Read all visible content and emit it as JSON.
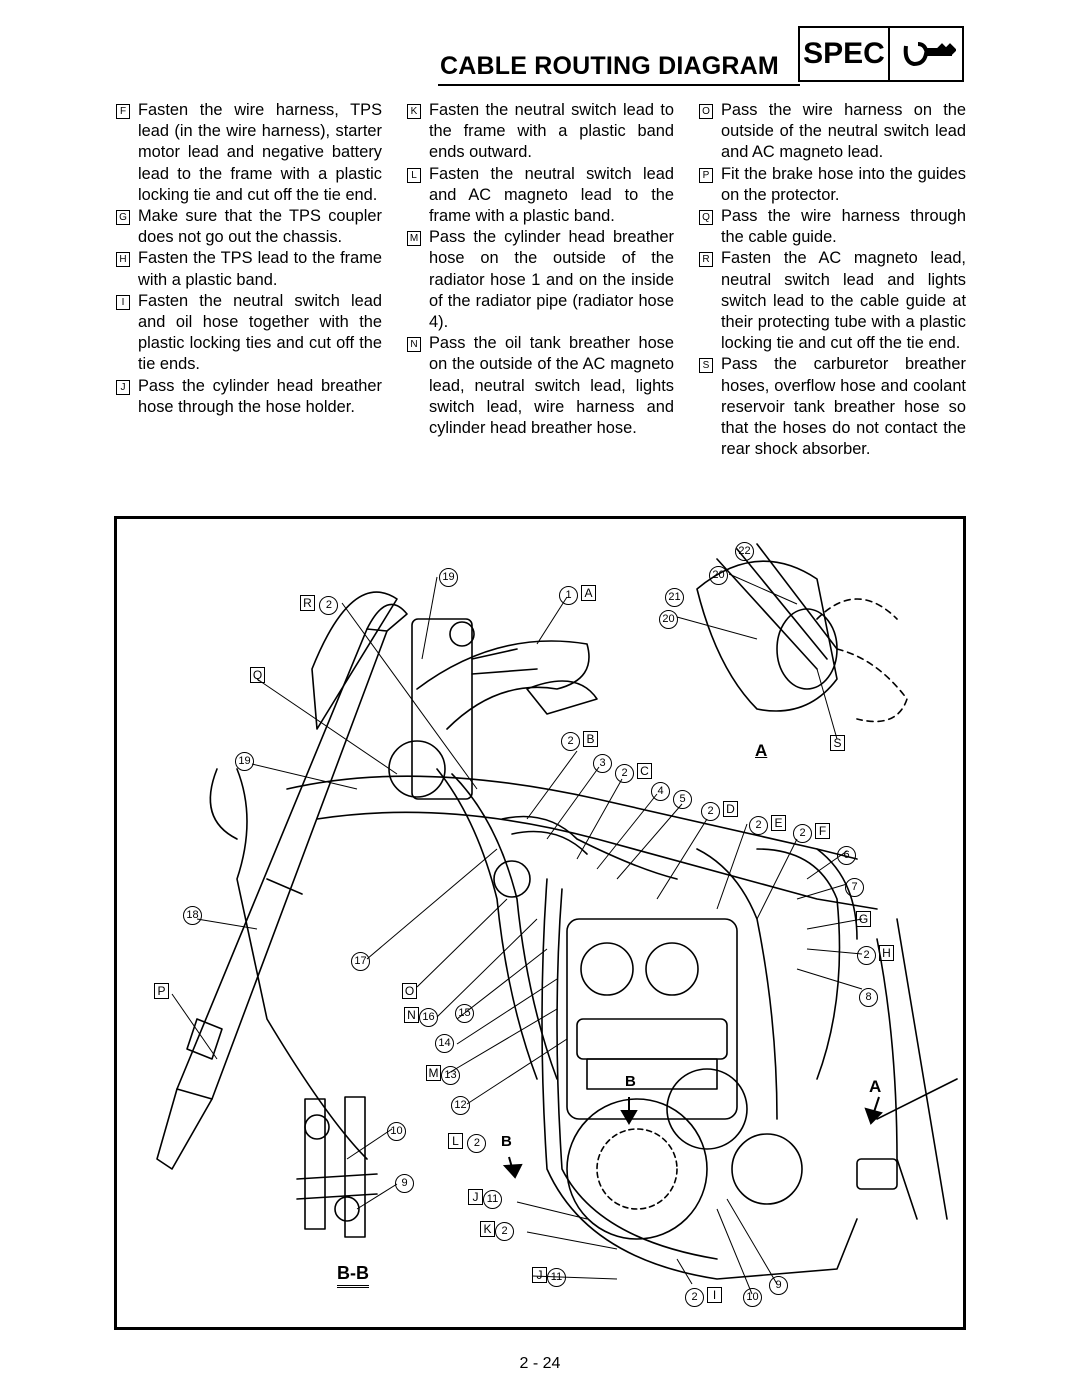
{
  "header": {
    "title": "CABLE ROUTING DIAGRAM",
    "spec_label": "SPEC",
    "spec_icon": "wrench-icon"
  },
  "columns": [
    [
      {
        "key": "F",
        "text": "Fasten the wire harness, TPS lead (in the wire harness), starter motor lead and negative battery lead to the frame with a plastic locking tie and cut off the tie end."
      },
      {
        "key": "G",
        "text": "Make sure that the TPS coupler does not go out the chassis."
      },
      {
        "key": "H",
        "text": "Fasten the TPS lead to the frame with a plastic band."
      },
      {
        "key": "I",
        "text": "Fasten the neutral switch lead and oil hose together with the plastic locking ties and cut off the tie ends."
      },
      {
        "key": "J",
        "text": "Pass the cylinder head breather hose through the hose holder."
      }
    ],
    [
      {
        "key": "K",
        "text": "Fasten the neutral switch lead to the frame with a plastic band ends outward."
      },
      {
        "key": "L",
        "text": "Fasten the neutral switch lead and AC magneto lead to the frame with a plastic band."
      },
      {
        "key": "M",
        "text": "Pass the cylinder head breather hose on the outside of the radiator hose 1 and on the inside of the radiator pipe (radiator hose 4)."
      },
      {
        "key": "N",
        "text": "Pass the oil tank breather hose on the outside of the AC magneto lead, neutral switch lead, lights switch lead, wire harness and cylinder head breather hose."
      }
    ],
    [
      {
        "key": "O",
        "text": "Pass the wire harness on the outside of the neutral switch lead and AC magneto lead."
      },
      {
        "key": "P",
        "text": "Fit the brake hose into the guides on the protector."
      },
      {
        "key": "Q",
        "text": "Pass the wire harness through the cable guide."
      },
      {
        "key": "R",
        "text": "Fasten the AC magneto lead, neutral switch lead and lights switch lead to the cable guide at their protecting tube with a plastic locking tie and cut off the tie end."
      },
      {
        "key": "S",
        "text": "Pass the carburetor breather hoses, overflow hose and coolant reservoir tank breather hose so that the hoses do not contact the rear shock absorber."
      }
    ]
  ],
  "figure": {
    "labels": {
      "r2": {
        "num": "2",
        "box": "R"
      },
      "n19_top": {
        "num": "19"
      },
      "n1A": {
        "num": "1",
        "box": "A"
      },
      "n22": {
        "num": "22"
      },
      "n20a": {
        "num": "20"
      },
      "n21": {
        "num": "21"
      },
      "n20b": {
        "num": "20"
      },
      "q": {
        "box": "Q"
      },
      "n19_left": {
        "num": "19"
      },
      "n2B": {
        "num": "2",
        "box": "B"
      },
      "n3": {
        "num": "3"
      },
      "n2C": {
        "num": "2",
        "box": "C"
      },
      "n4": {
        "num": "4"
      },
      "n5": {
        "num": "5"
      },
      "n2D": {
        "num": "2",
        "box": "D"
      },
      "n2E": {
        "num": "2",
        "box": "E"
      },
      "n2F": {
        "num": "2",
        "box": "F"
      },
      "n6": {
        "num": "6"
      },
      "n7": {
        "num": "7"
      },
      "g": {
        "box": "G"
      },
      "n2H": {
        "num": "2",
        "box": "H"
      },
      "n8": {
        "num": "8"
      },
      "s": {
        "box": "S"
      },
      "n18": {
        "num": "18"
      },
      "n17": {
        "num": "17"
      },
      "p": {
        "box": "P"
      },
      "o": {
        "box": "O"
      },
      "n16": {
        "num": "16",
        "box": "N"
      },
      "n15": {
        "num": "15"
      },
      "n14": {
        "num": "14"
      },
      "n13": {
        "num": "13",
        "box": "M"
      },
      "n12": {
        "num": "12"
      },
      "n10_left": {
        "num": "10"
      },
      "l2": {
        "num": "2",
        "box": "L"
      },
      "n9_left": {
        "num": "9"
      },
      "j11a": {
        "num": "11",
        "box": "J"
      },
      "k2": {
        "num": "2",
        "box": "K"
      },
      "j11b": {
        "num": "11",
        "box": "J"
      },
      "n2I": {
        "num": "2",
        "box": "I"
      },
      "n10_bottom": {
        "num": "10"
      },
      "n9_bottom": {
        "num": "9"
      }
    },
    "view_A_right": "A",
    "view_A_top": "A",
    "view_B_mid": "B",
    "view_B_small": "B",
    "section_label": "B-B"
  },
  "page_number": "2 - 24"
}
